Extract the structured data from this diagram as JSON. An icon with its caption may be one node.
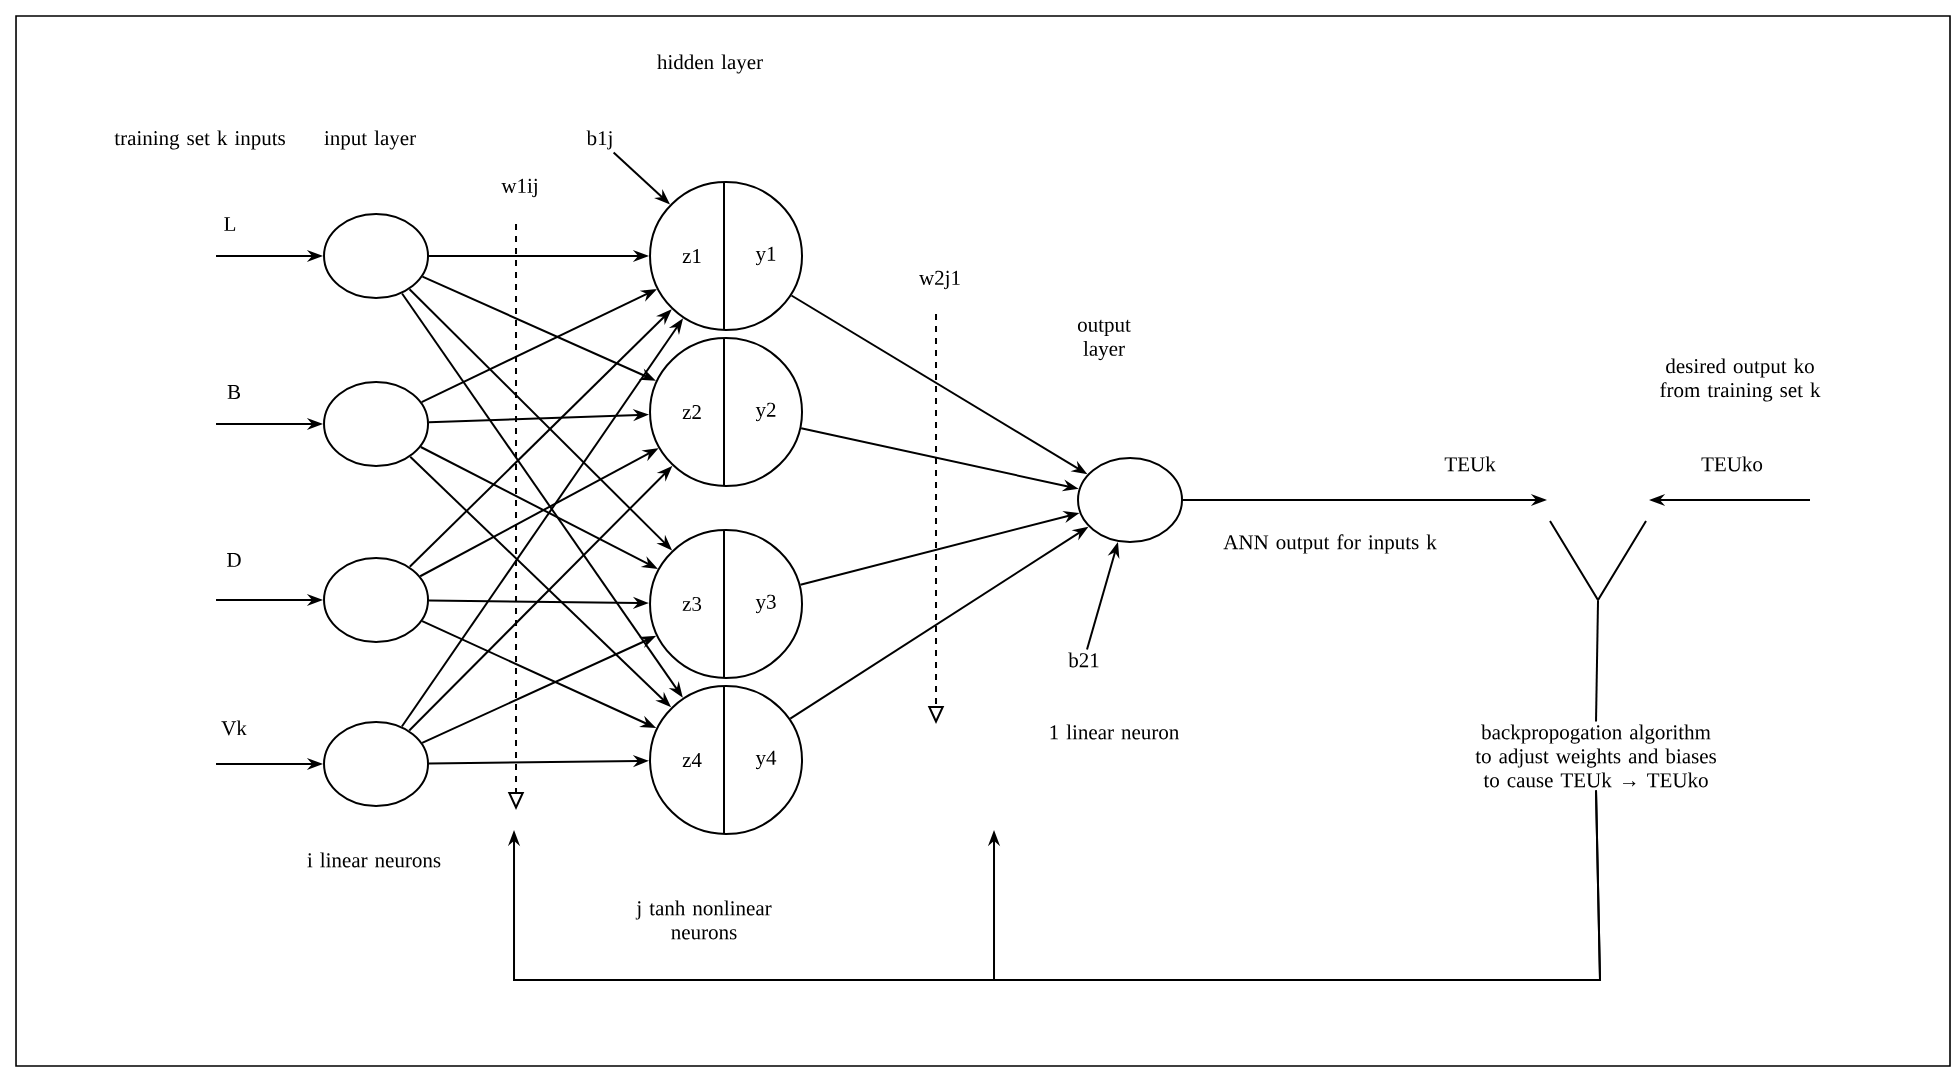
{
  "diagram": {
    "nodes": [
      {
        "text": [],
        "shape": "circle"
      },
      {
        "text": [],
        "shape": "circle"
      },
      {
        "text": [],
        "shape": "circle"
      },
      {
        "text": [],
        "shape": "circle"
      },
      {
        "text": [
          "z1",
          "y1"
        ]
      },
      {
        "text": [
          "z2",
          "y2"
        ]
      },
      {
        "text": [
          "z3",
          "y3"
        ]
      },
      {
        "text": [
          "z4",
          "y4"
        ]
      },
      {
        "text": [],
        "shape": "circle"
      },
      {
        "text": [
          "b1j"
        ]
      },
      {
        "text": [
          "b21"
        ]
      },
      {
        "text": [],
        "shape": "fork"
      },
      {
        "text": [
          "backpropogation algorithm to adjust weights and biases to cause TEUk → TEUko"
        ]
      }
    ],
    "edges": [
      {
        "from": null,
        "to": 0,
        "arrow": "to",
        "label": "L"
      },
      {
        "from": null,
        "to": 1,
        "arrow": "to",
        "label": "B"
      },
      {
        "from": null,
        "to": 2,
        "arrow": "to",
        "label": "D"
      },
      {
        "from": null,
        "to": 3,
        "arrow": "to",
        "label": "Vk"
      },
      {
        "from": 0,
        "to": 4,
        "arrow": "to"
      },
      {
        "from": 0,
        "to": 5,
        "arrow": "to"
      },
      {
        "from": 0,
        "to": 6,
        "arrow": "to"
      },
      {
        "from": 0,
        "to": 7,
        "arrow": "to"
      },
      {
        "from": 1,
        "to": 4,
        "arrow": "to"
      },
      {
        "from": 1,
        "to": 5,
        "arrow": "to"
      },
      {
        "from": 1,
        "to": 6,
        "arrow": "to"
      },
      {
        "from": 1,
        "to": 7,
        "arrow": "to"
      },
      {
        "from": 2,
        "to": 4,
        "arrow": "to"
      },
      {
        "from": 2,
        "to": 5,
        "arrow": "to"
      },
      {
        "from": 2,
        "to": 6,
        "arrow": "to"
      },
      {
        "from": 2,
        "to": 7,
        "arrow": "to"
      },
      {
        "from": 3,
        "to": 4,
        "arrow": "to"
      },
      {
        "from": 3,
        "to": 5,
        "arrow": "to"
      },
      {
        "from": 3,
        "to": 6,
        "arrow": "to"
      },
      {
        "from": 3,
        "to": 7,
        "arrow": "to"
      },
      {
        "from": 4,
        "to": 8,
        "arrow": "to"
      },
      {
        "from": 5,
        "to": 8,
        "arrow": "to"
      },
      {
        "from": 6,
        "to": 8,
        "arrow": "to"
      },
      {
        "from": 7,
        "to": 8,
        "arrow": "to"
      },
      {
        "from": 9,
        "to": 4,
        "arrow": "to"
      },
      {
        "from": 10,
        "to": 8,
        "arrow": "to"
      },
      {
        "from": 8,
        "to": 11,
        "arrow": "to",
        "label": "TEUk"
      },
      {
        "from": null,
        "to": 11,
        "arrow": "to",
        "label": "TEUko"
      },
      {
        "from": 11,
        "to": 12,
        "arrow": "none"
      },
      {
        "from": 12,
        "to": null,
        "arrow": "to"
      },
      {
        "from": 12,
        "to": null,
        "arrow": "to"
      }
    ],
    "labels": [
      "training set k inputs",
      "input layer",
      "hidden layer",
      "w1ij",
      "w2j1",
      "output layer",
      "desired output ko from training set k",
      "ANN output for inputs k",
      "i linear neurons",
      "1 linear neuron",
      "j tanh nonlinear neurons"
    ]
  }
}
